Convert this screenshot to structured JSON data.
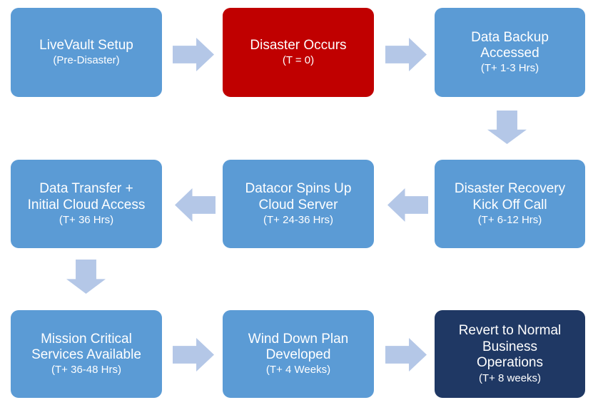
{
  "flow": {
    "boxes": [
      {
        "title_lines": [
          "LiveVault Setup"
        ],
        "subtitle": "(Pre-Disaster)",
        "color": "#5B9BD5"
      },
      {
        "title_lines": [
          "Disaster Occurs"
        ],
        "subtitle": "(T = 0)",
        "color": "#C00000"
      },
      {
        "title_lines": [
          "Data Backup",
          "Accessed"
        ],
        "subtitle": "(T+ 1-3 Hrs)",
        "color": "#5B9BD5"
      },
      {
        "title_lines": [
          "Disaster Recovery",
          "Kick Off Call"
        ],
        "subtitle": "(T+ 6-12 Hrs)",
        "color": "#5B9BD5"
      },
      {
        "title_lines": [
          "Datacor Spins Up",
          "Cloud Server"
        ],
        "subtitle": "(T+ 24-36 Hrs)",
        "color": "#5B9BD5"
      },
      {
        "title_lines": [
          "Data Transfer +",
          "Initial Cloud Access"
        ],
        "subtitle": "(T+ 36 Hrs)",
        "color": "#5B9BD5"
      },
      {
        "title_lines": [
          "Mission Critical",
          "Services Available"
        ],
        "subtitle": "(T+ 36-48 Hrs)",
        "color": "#5B9BD5"
      },
      {
        "title_lines": [
          "Wind Down Plan",
          "Developed"
        ],
        "subtitle": "(T+ 4 Weeks)",
        "color": "#5B9BD5"
      },
      {
        "title_lines": [
          "Revert to Normal",
          "Business",
          "Operations"
        ],
        "subtitle": "(T+ 8 weeks)",
        "color": "#1F3864"
      }
    ],
    "colors": {
      "step_blue": "#5B9BD5",
      "alert_red": "#C00000",
      "final_navy": "#1F3864",
      "arrow": "#B4C7E7",
      "text": "#FFFFFF",
      "background": "#FFFFFF"
    }
  }
}
